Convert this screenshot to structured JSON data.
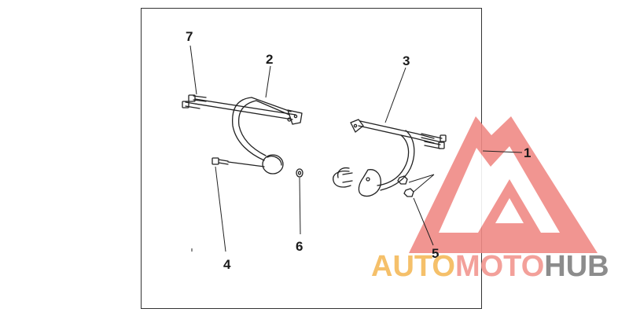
{
  "callouts": {
    "c1": "1",
    "c2": "2",
    "c3": "3",
    "c4": "4",
    "c5": "5",
    "c6": "6",
    "c7": "7"
  },
  "watermark": {
    "part_auto": "AUTO",
    "part_moto": "MOTO",
    "part_hub": "HUB",
    "colors": {
      "triangle": "#f08a86",
      "auto": "#f5c06a",
      "moto": "#f3a09a",
      "hub": "#8c8c8c"
    }
  },
  "icons": {
    "logo": "triangle-logo-icon"
  }
}
